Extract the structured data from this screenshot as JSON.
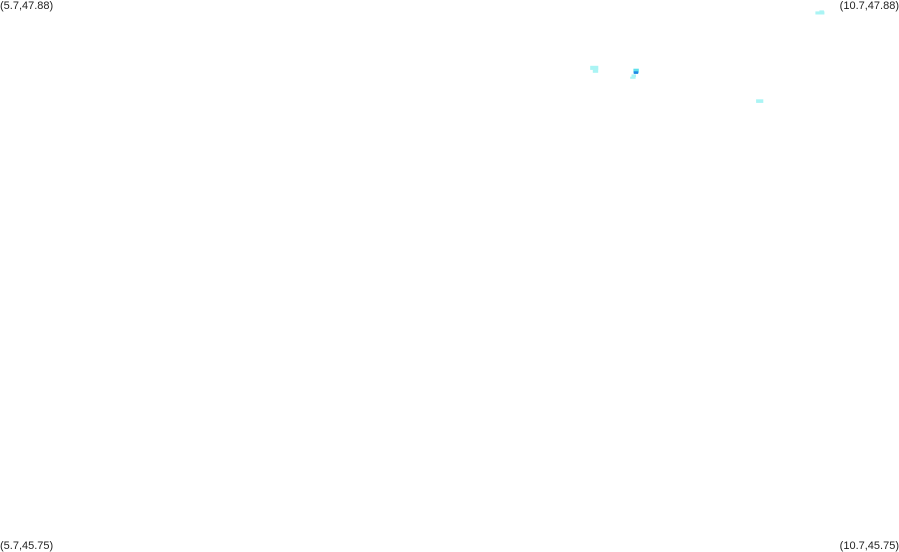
{
  "corners": {
    "top_left": "(5.7,47.88)",
    "top_right": "(10.7,47.88)",
    "bottom_left": "(5.7,45.75)",
    "bottom_right": "(10.7,45.75)"
  },
  "extent": {
    "lon_min": 5.7,
    "lon_max": 10.7,
    "lat_min": 45.75,
    "lat_max": 47.88
  },
  "colors": {
    "background": "#ffffff",
    "light": "#aaf4f4",
    "mid": "#5fe0ec",
    "dark": "#1e88e5"
  },
  "points": [
    {
      "lon": 10.26,
      "lat": 47.83,
      "w": 0.05,
      "h": 0.012,
      "level": "light"
    },
    {
      "lon": 10.27,
      "lat": 47.835,
      "w": 0.025,
      "h": 0.01,
      "level": "light"
    },
    {
      "lon": 9.005,
      "lat": 47.618,
      "w": 0.045,
      "h": 0.016,
      "level": "light"
    },
    {
      "lon": 9.012,
      "lat": 47.605,
      "w": 0.03,
      "h": 0.012,
      "level": "light"
    },
    {
      "lon": 9.238,
      "lat": 47.607,
      "w": 0.03,
      "h": 0.016,
      "level": "mid"
    },
    {
      "lon": 9.237,
      "lat": 47.6,
      "w": 0.025,
      "h": 0.01,
      "level": "dark"
    },
    {
      "lon": 9.225,
      "lat": 47.588,
      "w": 0.025,
      "h": 0.01,
      "level": "light"
    },
    {
      "lon": 9.22,
      "lat": 47.58,
      "w": 0.03,
      "h": 0.008,
      "level": "light"
    },
    {
      "lon": 9.925,
      "lat": 47.49,
      "w": 0.04,
      "h": 0.014,
      "level": "light"
    }
  ]
}
